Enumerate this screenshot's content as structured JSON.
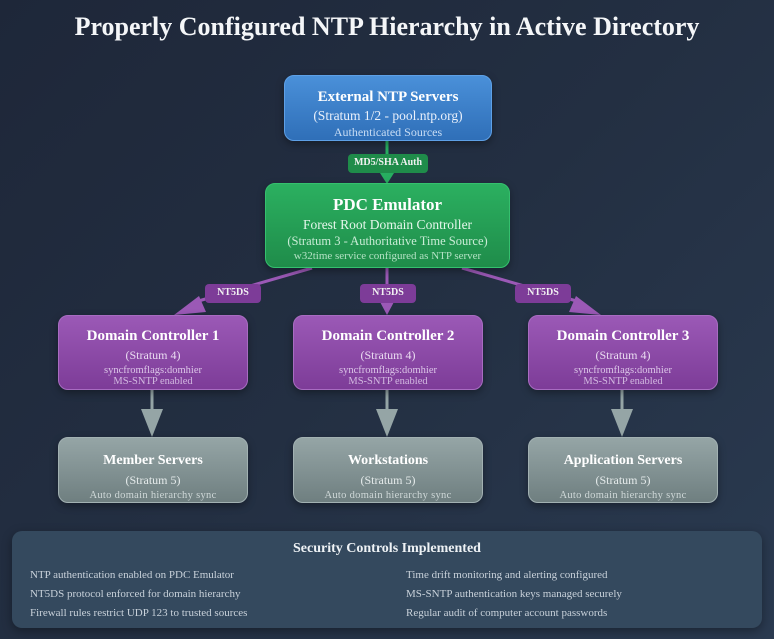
{
  "title": "Properly Configured NTP Hierarchy in Active Directory",
  "colors": {
    "background": "#1e2739",
    "external": "#4a90d9",
    "pdc": "#27ae60",
    "domain_controller": "#9b59b6",
    "endpoint": "#95a5a6",
    "security_panel": "#34495e"
  },
  "external_ntp": {
    "title": "External NTP Servers",
    "line1": "(Stratum 1/2 - pool.ntp.org)",
    "line2": "Authenticated Sources"
  },
  "external_link_label": "MD5/SHA Auth",
  "pdc": {
    "title": "PDC Emulator",
    "line1": "Forest Root Domain Controller",
    "line2": "(Stratum 3 - Authoritative Time Source)",
    "line3": "w32time service configured as NTP server"
  },
  "dc_link_labels": [
    "NT5DS",
    "NT5DS",
    "NT5DS"
  ],
  "domain_controllers": [
    {
      "title": "Domain Controller 1",
      "line1": "(Stratum 4)",
      "line2": "syncfromflags:domhier",
      "line3": "MS-SNTP enabled"
    },
    {
      "title": "Domain Controller 2",
      "line1": "(Stratum 4)",
      "line2": "syncfromflags:domhier",
      "line3": "MS-SNTP enabled"
    },
    {
      "title": "Domain Controller 3",
      "line1": "(Stratum 4)",
      "line2": "syncfromflags:domhier",
      "line3": "MS-SNTP enabled"
    }
  ],
  "endpoints": [
    {
      "title": "Member Servers",
      "line1": "(Stratum 5)",
      "line2": "Auto domain hierarchy sync"
    },
    {
      "title": "Workstations",
      "line1": "(Stratum 5)",
      "line2": "Auto domain hierarchy sync"
    },
    {
      "title": "Application Servers",
      "line1": "(Stratum 5)",
      "line2": "Auto domain hierarchy sync"
    }
  ],
  "security": {
    "title": "Security Controls Implemented",
    "left": [
      "NTP authentication enabled on PDC Emulator",
      "NT5DS protocol enforced for domain hierarchy",
      "Firewall rules restrict UDP 123 to trusted sources"
    ],
    "right": [
      "Time drift monitoring and alerting configured",
      "MS-SNTP authentication keys managed securely",
      "Regular audit of computer account passwords"
    ]
  }
}
